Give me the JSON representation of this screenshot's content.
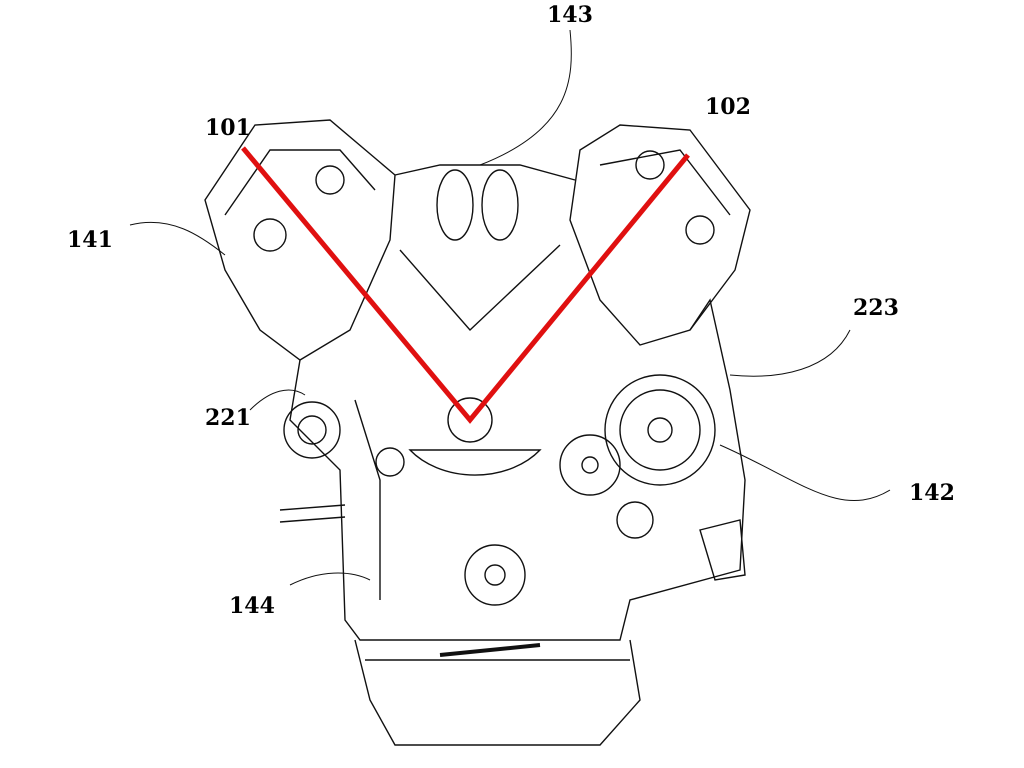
{
  "figure": {
    "labels": {
      "l143": "143",
      "l101": "101",
      "l102": "102",
      "l141": "141",
      "l223": "223",
      "l221": "221",
      "l142": "142",
      "l144": "144"
    },
    "accent_color": "#e01010"
  }
}
